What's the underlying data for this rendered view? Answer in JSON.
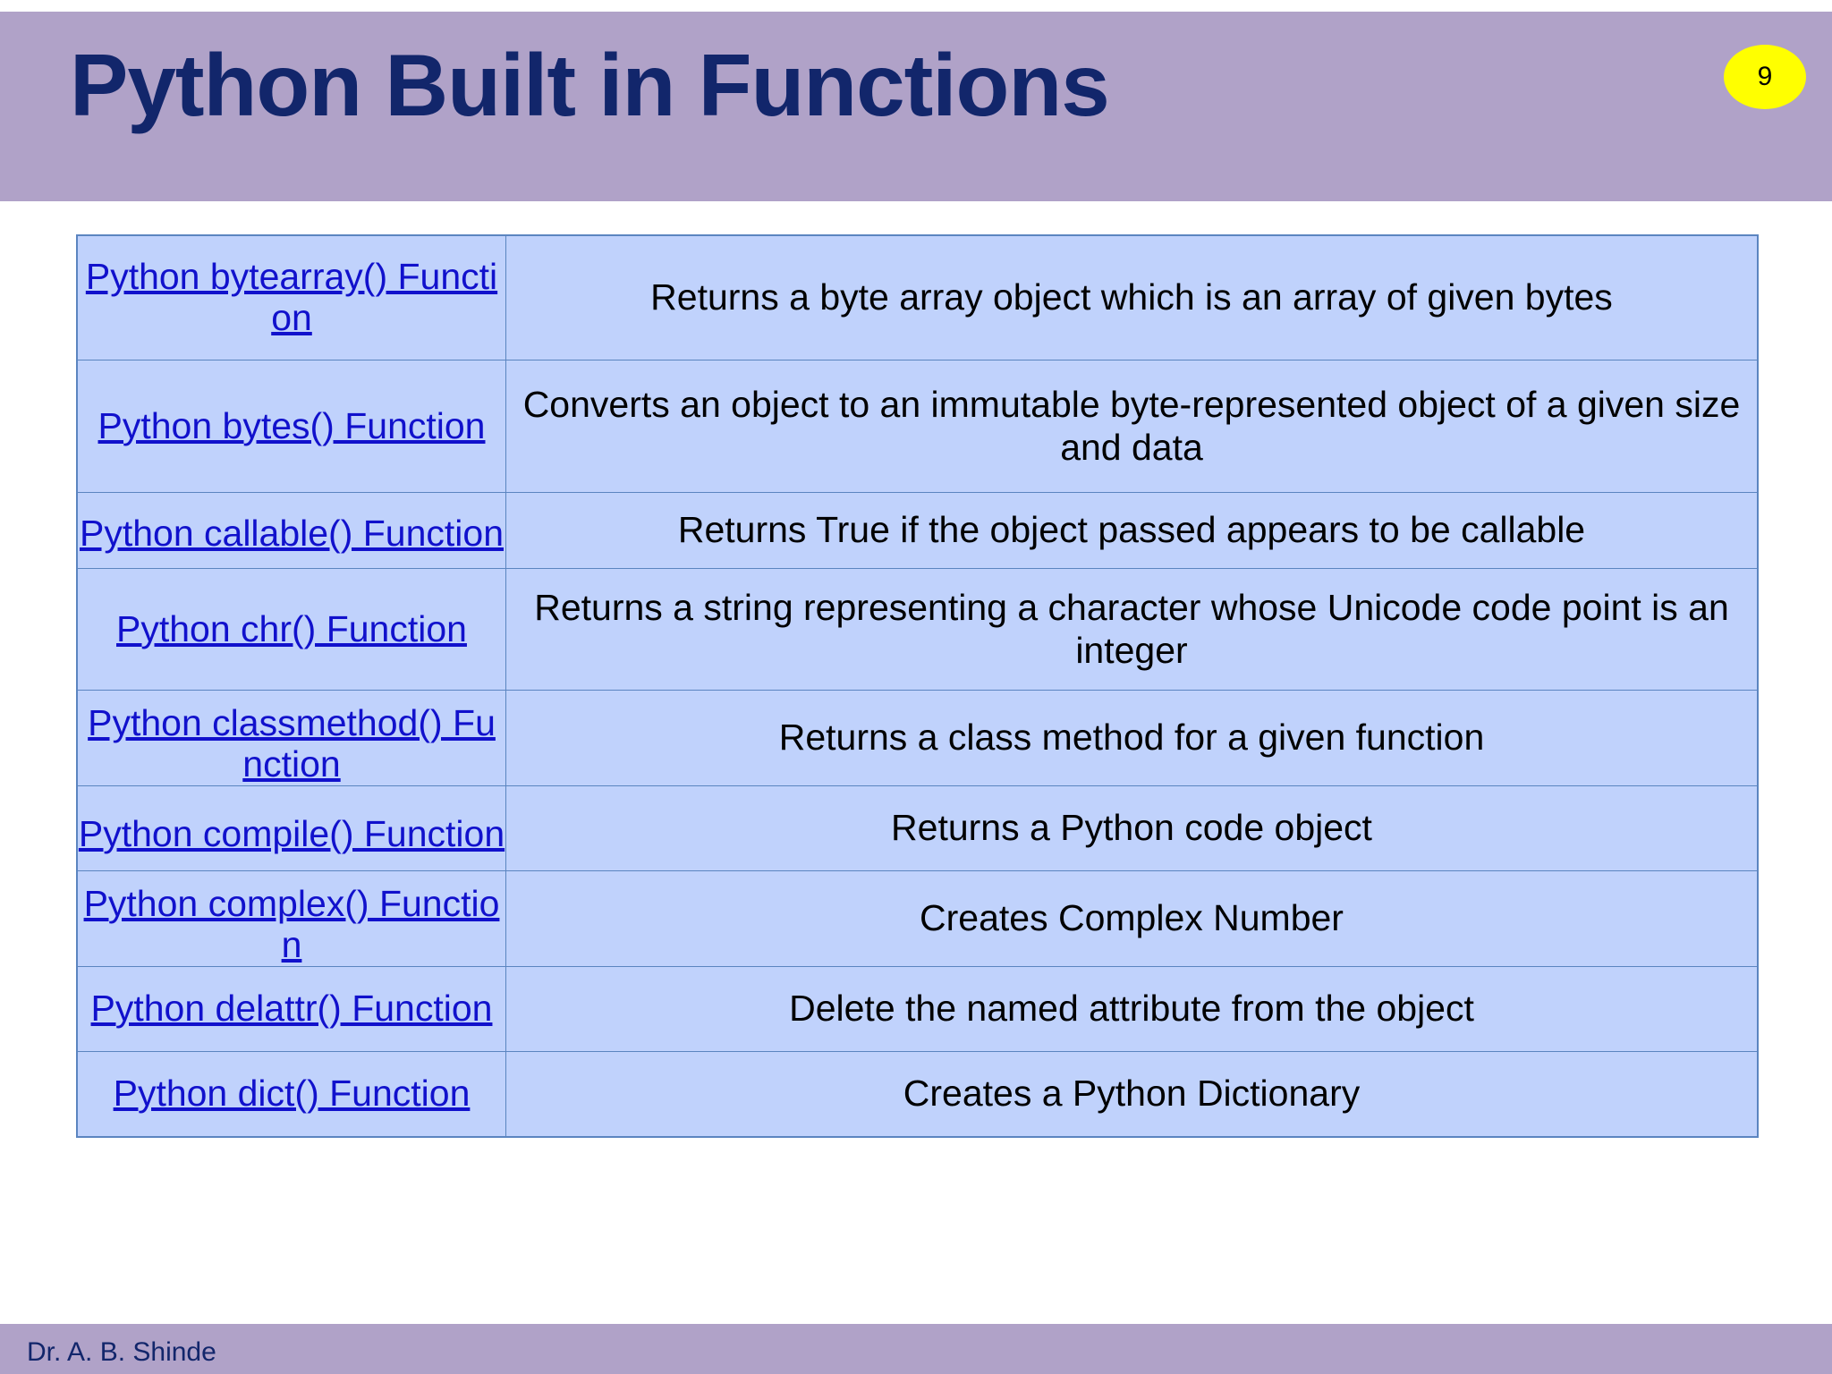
{
  "header": {
    "title": "Python Built in Functions",
    "page_number": "9",
    "band_color": "#b0a2c8",
    "title_color": "#12266b",
    "badge_color": "#ffff00"
  },
  "table": {
    "cell_fill": "#c0d2fc",
    "border_color": "#5b85c0",
    "link_color": "#1111cc",
    "desc_color": "#000000",
    "rows": [
      {
        "link": "Python bytearray() Function",
        "desc": "Returns a byte array object which is an array of given bytes",
        "clipped": false
      },
      {
        "link": "Python bytes() Function",
        "desc": "Converts an object to an immutable byte-represented object of a given size and data",
        "clipped": false
      },
      {
        "link": "Python callable() Function",
        "desc": "Returns True if the object passed appears to be callable",
        "clipped": true
      },
      {
        "link": "Python chr() Function",
        "desc": "Returns a string representing a character whose Unicode code point is an integer",
        "clipped": false
      },
      {
        "link": "Python classmethod() Function",
        "desc": "Returns a class method for a given function",
        "clipped": true
      },
      {
        "link": "Python compile() Function",
        "desc": "Returns a Python code object",
        "clipped": true
      },
      {
        "link": "Python complex() Function",
        "desc": "Creates Complex Number",
        "clipped": true
      },
      {
        "link": "Python delattr() Function",
        "desc": "Delete the named attribute from the object",
        "clipped": false
      },
      {
        "link": "Python dict() Function",
        "desc": "Creates a Python Dictionary",
        "clipped": false
      }
    ]
  },
  "footer": {
    "author": "Dr. A. B. Shinde",
    "band_color": "#b0a2c8",
    "text_color": "#12266b"
  }
}
